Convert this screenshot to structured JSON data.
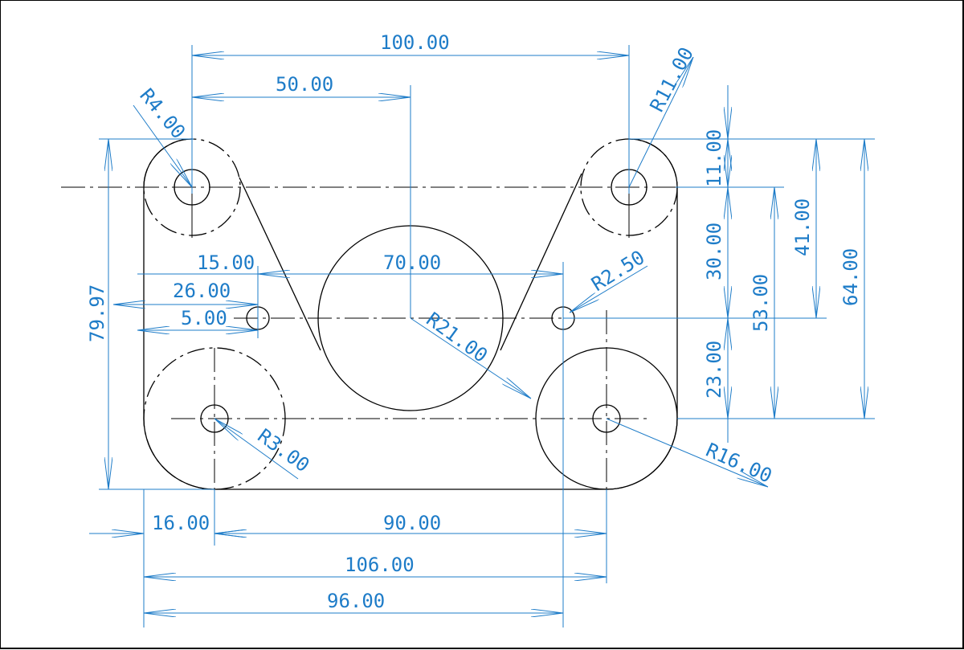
{
  "colors": {
    "outline": "#000000",
    "dimension": "#1e7cc8",
    "background": "#ffffff"
  },
  "dimensions": {
    "width_100": "100.00",
    "width_50": "50.00",
    "radius_top_left_hole": "R4.00",
    "radius_top_right_boss": "R11.00",
    "v_11": "11.00",
    "v_41": "41.00",
    "v_64": "64.00",
    "v_30": "30.00",
    "v_53": "53.00",
    "v_23": "23.00",
    "h_15": "15.00",
    "h_70": "70.00",
    "radius_small_hole": "R2.50",
    "h_26": "26.00",
    "h_5": "5.00",
    "v_79_97": "79.97",
    "radius_center_circle": "R21.00",
    "radius_bottom_left_hole": "R3.00",
    "radius_bottom_right_boss": "R16.00",
    "h_16": "16.00",
    "h_90": "90.00",
    "h_106": "106.00",
    "h_96": "96.00"
  }
}
